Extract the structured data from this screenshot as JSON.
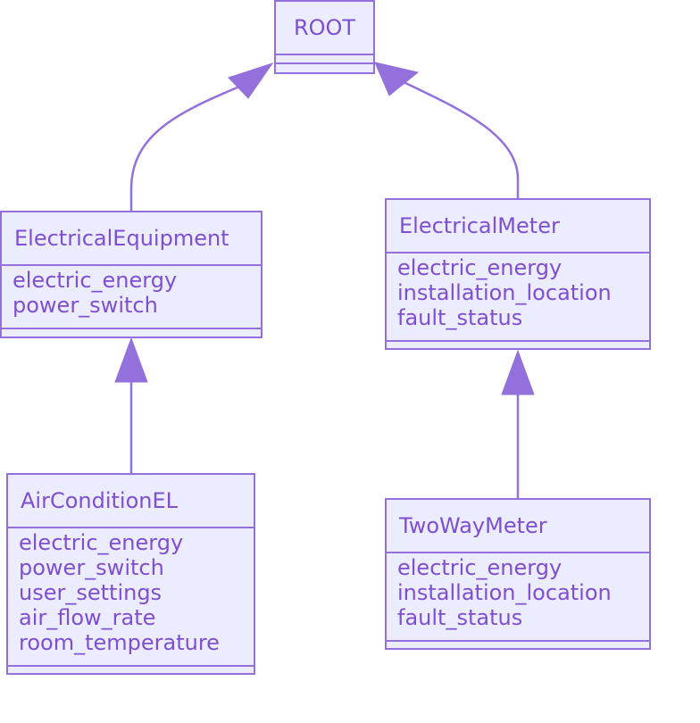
{
  "diagram": {
    "colors": {
      "fill": "#ECECFF",
      "stroke": "#9370DB",
      "text": "#7E4FD0",
      "background": "#FFFFFF"
    },
    "classes": {
      "root": {
        "name": "ROOT",
        "attributes": []
      },
      "electrical_equipment": {
        "name": "ElectricalEquipment",
        "attributes": [
          "electric_energy",
          "power_switch"
        ]
      },
      "electrical_meter": {
        "name": "ElectricalMeter",
        "attributes": [
          "electric_energy",
          "installation_location",
          "fault_status"
        ]
      },
      "air_condition_el": {
        "name": "AirConditionEL",
        "attributes": [
          "electric_energy",
          "power_switch",
          "user_settings",
          "air_flow_rate",
          "room_temperature"
        ]
      },
      "two_way_meter": {
        "name": "TwoWayMeter",
        "attributes": [
          "electric_energy",
          "installation_location",
          "fault_status"
        ]
      }
    },
    "relations": [
      {
        "from": "ElectricalEquipment",
        "to": "ROOT",
        "type": "inheritance"
      },
      {
        "from": "ElectricalMeter",
        "to": "ROOT",
        "type": "inheritance"
      },
      {
        "from": "AirConditionEL",
        "to": "ElectricalEquipment",
        "type": "inheritance"
      },
      {
        "from": "TwoWayMeter",
        "to": "ElectricalMeter",
        "type": "inheritance"
      }
    ]
  }
}
